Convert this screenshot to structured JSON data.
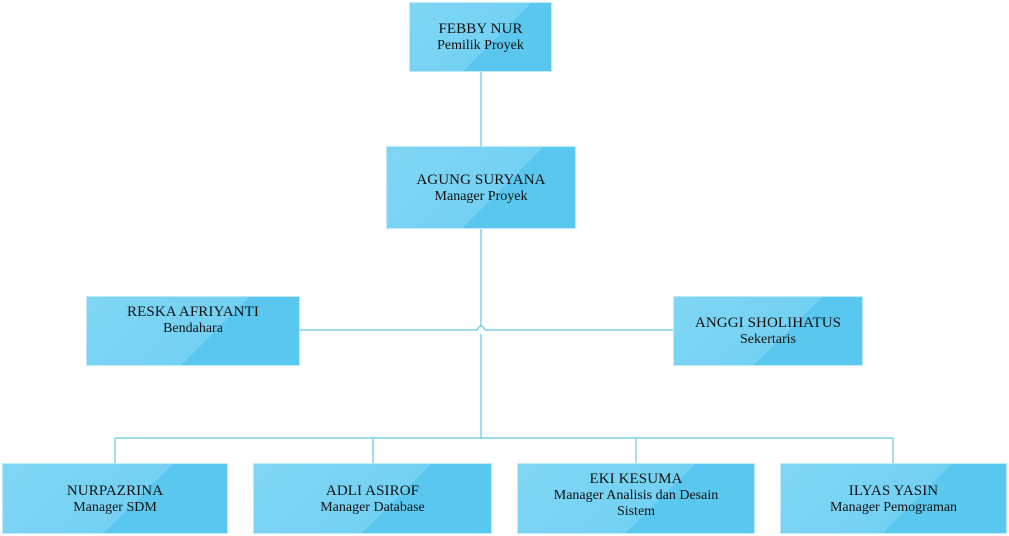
{
  "colors": {
    "box_light": "#7fd6f4",
    "box_dark": "#5ac7ef",
    "line": "#61c7ea",
    "text": "#111111"
  },
  "org": {
    "owner": {
      "name": "FEBBY NUR",
      "role": "Pemilik Proyek"
    },
    "manager": {
      "name": "AGUNG SURYANA",
      "role": "Manager Proyek"
    },
    "treasurer": {
      "name": "RESKA AFRIYANTI",
      "role": "Bendahara"
    },
    "secretary": {
      "name": "ANGGI SHOLIHATUS",
      "role": "Sekertaris"
    },
    "staff": [
      {
        "name": "NURPAZRINA",
        "role": "Manager SDM"
      },
      {
        "name": "ADLI ASIROF",
        "role": "Manager Database"
      },
      {
        "name": "EKI KESUMA",
        "role": "Manager Analisis dan Desain Sistem"
      },
      {
        "name": "ILYAS YASIN",
        "role": "Manager Pemograman"
      }
    ]
  }
}
